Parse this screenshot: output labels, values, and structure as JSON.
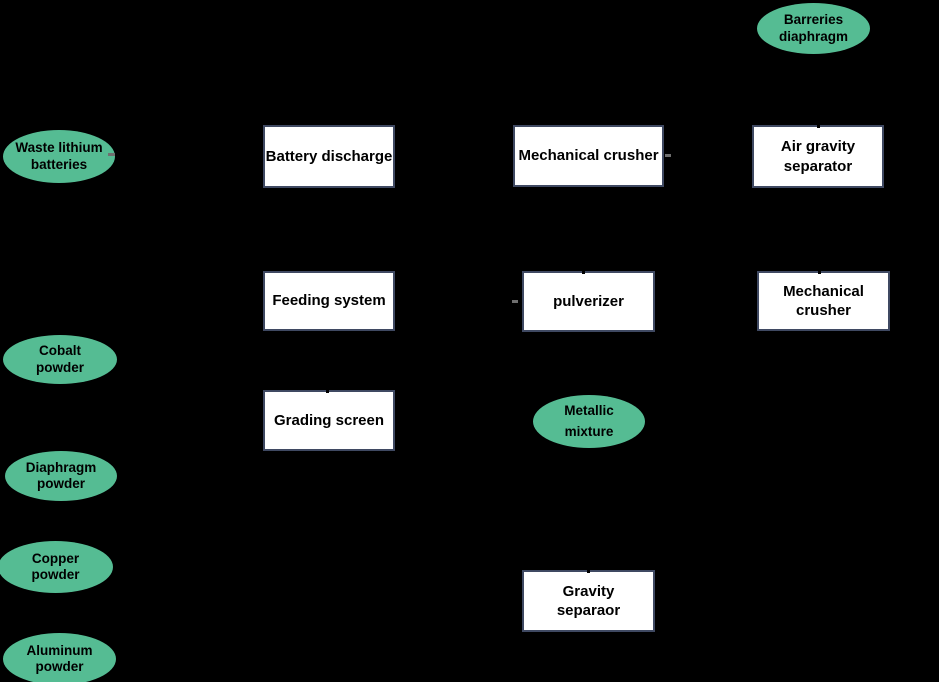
{
  "diagram": {
    "type": "flowchart",
    "description": "Waste lithium battery recycling process flowchart on black background"
  },
  "colors": {
    "canvas-bg": "#000000",
    "node-green": "#55BC93",
    "box-fill": "#FFFFFF",
    "box-border": "#3F4962",
    "text-color": "#000000"
  },
  "nodes": {
    "barreries": {
      "shape": "ellipse",
      "label": "Barreries\ndiaphragm"
    },
    "waste_lithium": {
      "shape": "ellipse",
      "label": "Waste lithium\nbatteries"
    },
    "battery_discharge": {
      "shape": "rect",
      "label": "Battery discharge"
    },
    "mech_crusher_1": {
      "shape": "rect",
      "label": "Mechanical crusher"
    },
    "air_gravity": {
      "shape": "rect",
      "label": "Air gravity\nseparator"
    },
    "feeding": {
      "shape": "rect",
      "label": "Feeding system"
    },
    "pulverizer": {
      "shape": "rect",
      "label": "pulverizer"
    },
    "mech_crusher_2": {
      "shape": "rect",
      "label": "Mechanical\ncrusher"
    },
    "cobalt": {
      "shape": "ellipse",
      "label": "Cobalt\npowder"
    },
    "grading": {
      "shape": "rect",
      "label": "Grading screen"
    },
    "metallic": {
      "shape": "ellipse",
      "label": "Metallic\nmixture"
    },
    "diaphragm": {
      "shape": "ellipse",
      "label": "Diaphragm\npowder"
    },
    "copper": {
      "shape": "ellipse",
      "label": "Copper\npowder"
    },
    "aluminum": {
      "shape": "ellipse",
      "label": "Aluminum\npowder"
    },
    "gravity_sep": {
      "shape": "rect",
      "label": "Gravity\nseparaor"
    }
  }
}
